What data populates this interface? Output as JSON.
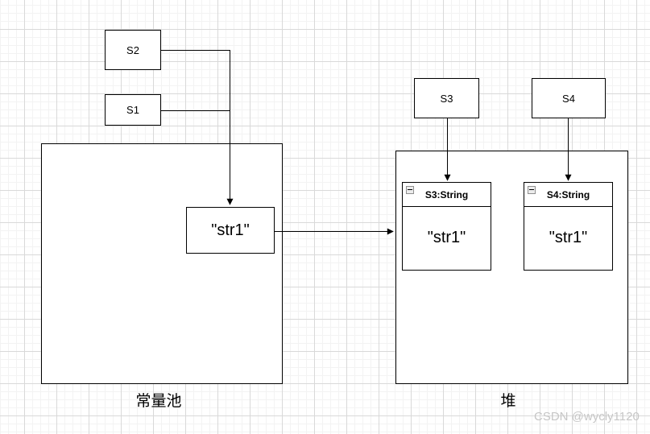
{
  "diagram": {
    "variables": {
      "s2": "S2",
      "s1": "S1",
      "s3": "S3",
      "s4": "S4"
    },
    "constant_pool": {
      "label": "常量池",
      "string_literal": "\"str1\""
    },
    "heap": {
      "label": "堆",
      "objects": [
        {
          "header": "S3:String",
          "value": "\"str1\""
        },
        {
          "header": "S4:String",
          "value": "\"str1\""
        }
      ]
    }
  },
  "watermark": "CSDN @wycly1120",
  "colors": {
    "shape_stroke": "#000000",
    "shape_fill": "#ffffff",
    "grid_minor": "#f3f3f3",
    "grid_major": "#d9d9d9",
    "watermark_text": "#c6c6c6",
    "collapse_icon_bg": "#ececec"
  }
}
